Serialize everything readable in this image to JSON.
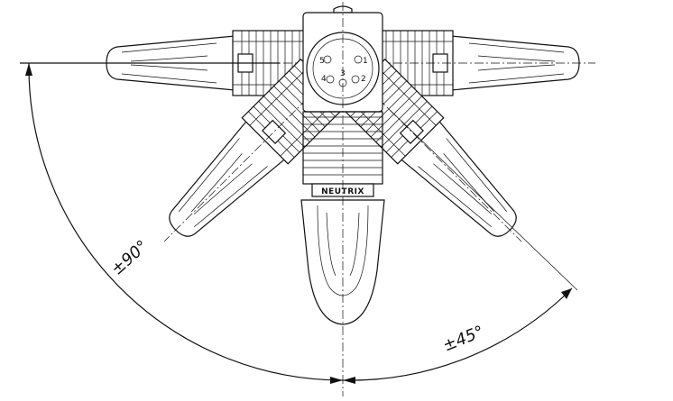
{
  "labels": {
    "angle_90": "±90°",
    "angle_45": "±45°",
    "brand": "NEUTRIX"
  },
  "pins": [
    "5",
    "1",
    "4",
    "2",
    "3"
  ]
}
